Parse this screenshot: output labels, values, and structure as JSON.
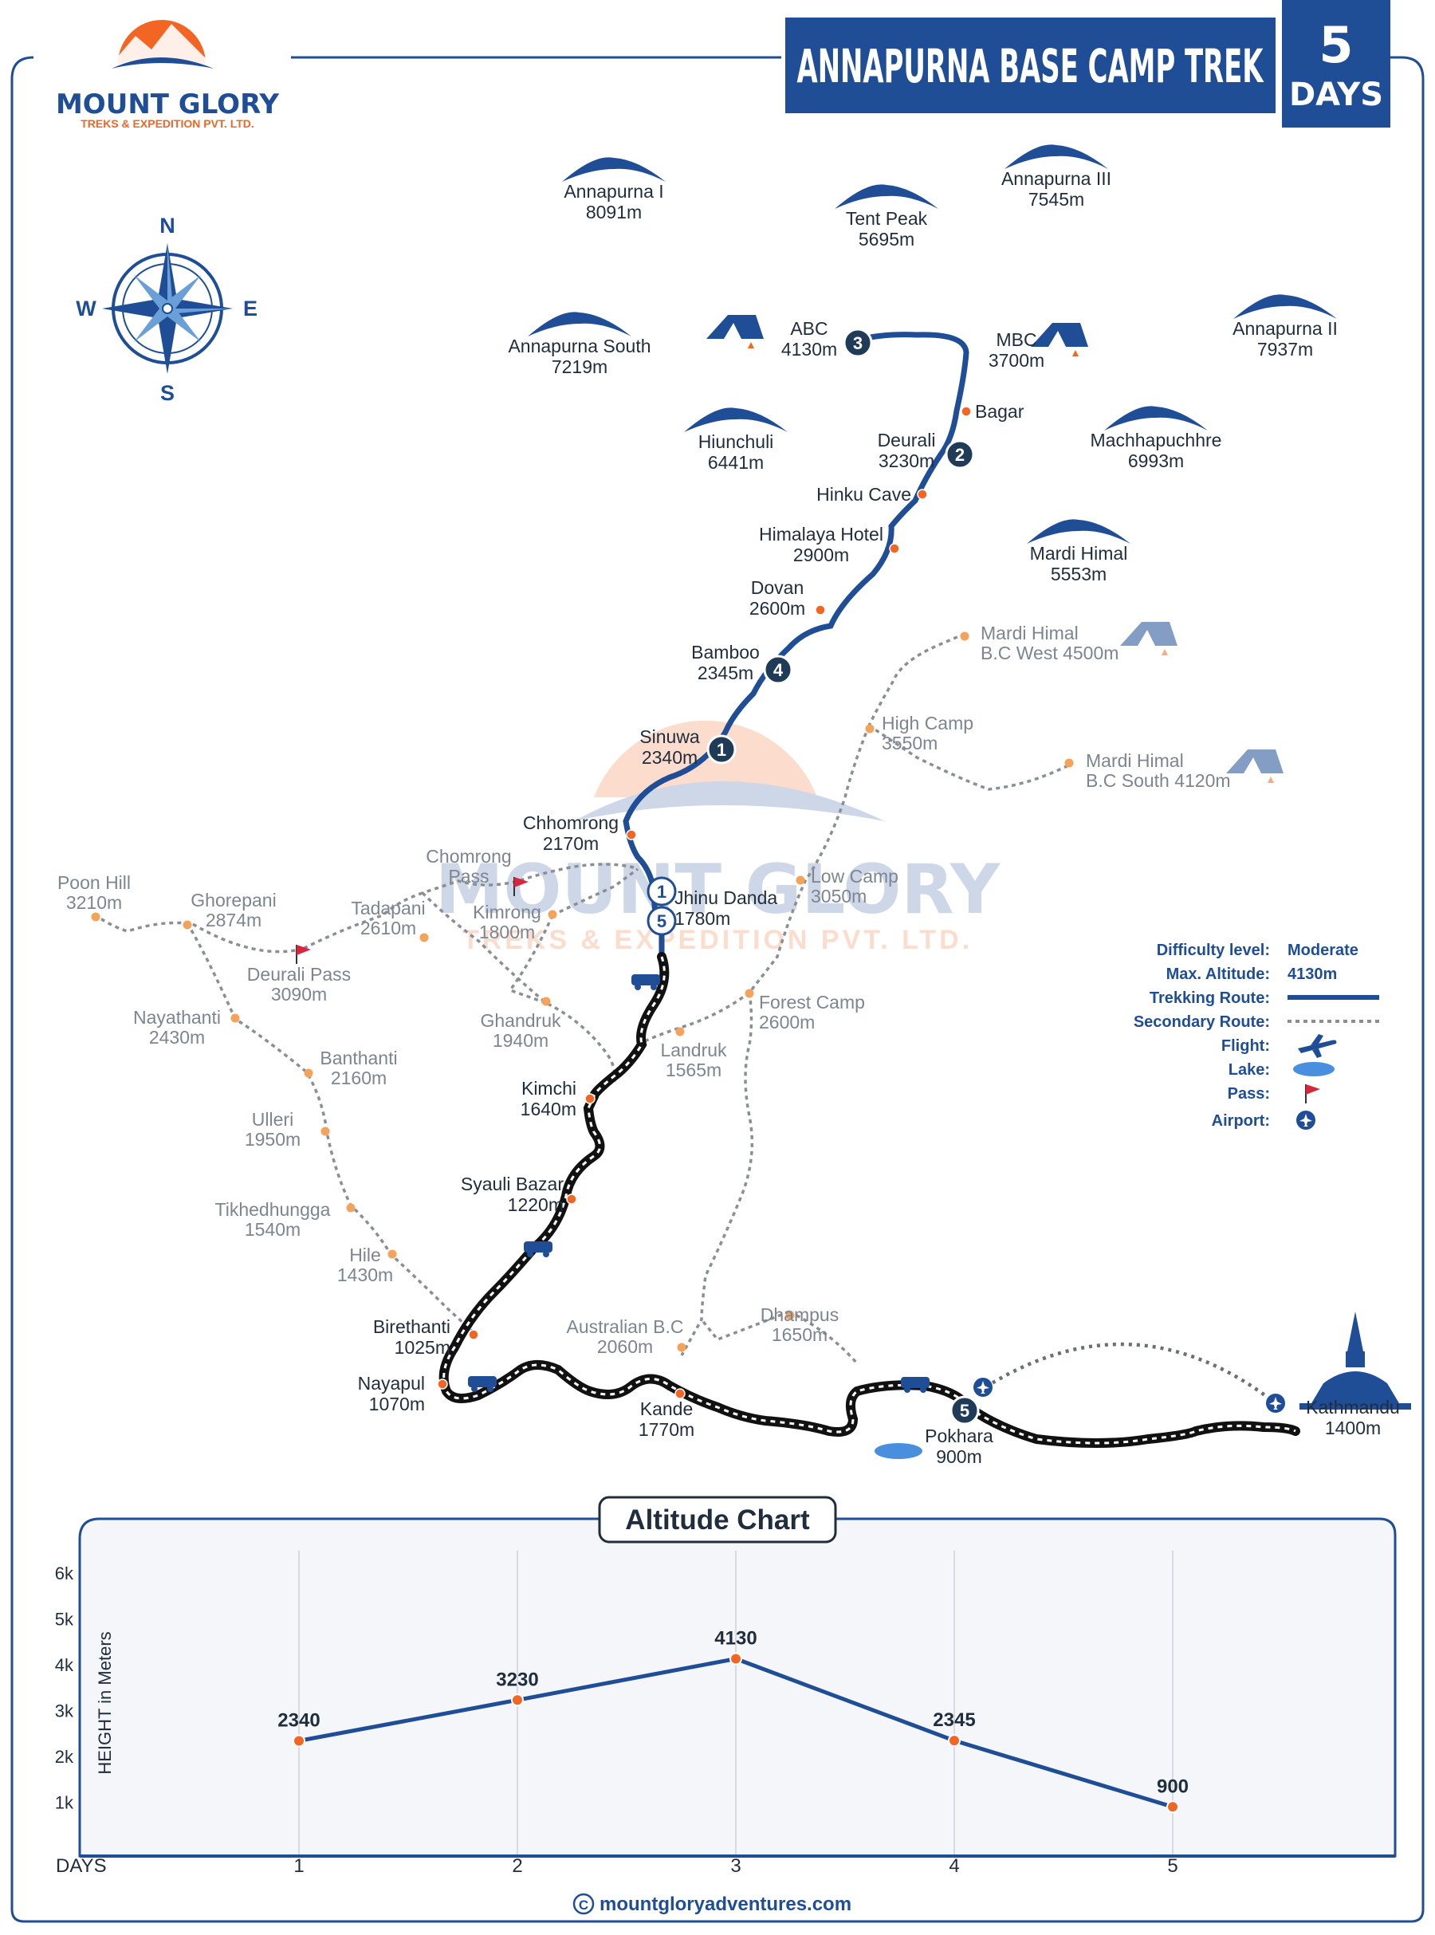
{
  "brand": {
    "name": "MOUNT GLORY",
    "tagline": "TREKS & EXPEDITION PVT. LTD.",
    "watermark_name": "MOUNT GLORY",
    "watermark_tagline": "TREKS & EXPEDITION PVT. LTD."
  },
  "header": {
    "title": "ANNAPURNA BASE CAMP TREK",
    "days_number": "5",
    "days_label": "DAYS"
  },
  "compass": {
    "n": "N",
    "s": "S",
    "e": "E",
    "w": "W"
  },
  "peaks": [
    {
      "name": "Annapurna I",
      "alt": "8091m"
    },
    {
      "name": "Tent Peak",
      "alt": "5695m"
    },
    {
      "name": "Annapurna III",
      "alt": "7545m"
    },
    {
      "name": "Annapurna II",
      "alt": "7937m"
    },
    {
      "name": "Annapurna South",
      "alt": "7219m"
    },
    {
      "name": "Hiunchuli",
      "alt": "6441m"
    },
    {
      "name": "Machhapuchhre",
      "alt": "6993m"
    },
    {
      "name": "Mardi Himal",
      "alt": "5553m"
    }
  ],
  "places": [
    {
      "name": "ABC",
      "alt": "4130m"
    },
    {
      "name": "MBC",
      "alt": "3700m"
    },
    {
      "name": "Bagar",
      "alt": ""
    },
    {
      "name": "Deurali",
      "alt": "3230m"
    },
    {
      "name": "Hinku Cave",
      "alt": ""
    },
    {
      "name": "Himalaya Hotel",
      "alt": "2900m"
    },
    {
      "name": "Dovan",
      "alt": "2600m"
    },
    {
      "name": "Bamboo",
      "alt": "2345m"
    },
    {
      "name": "Sinuwa",
      "alt": "2340m"
    },
    {
      "name": "Chhomrong",
      "alt": "2170m"
    },
    {
      "name": "Jhinu Danda",
      "alt": "1780m"
    },
    {
      "name": "Kimchi",
      "alt": "1640m"
    },
    {
      "name": "Syauli Bazar",
      "alt": "1220m"
    },
    {
      "name": "Birethanti",
      "alt": "1025m"
    },
    {
      "name": "Nayapul",
      "alt": "1070m"
    },
    {
      "name": "Kande",
      "alt": "1770m"
    },
    {
      "name": "Pokhara",
      "alt": "900m"
    },
    {
      "name": "Kathmandu",
      "alt": "1400m"
    }
  ],
  "secondary_places": [
    {
      "name": "Mardi Himal",
      "alt": "B.C West 4500m"
    },
    {
      "name": "High Camp",
      "alt": "3550m"
    },
    {
      "name": "Mardi Himal",
      "alt": "B.C South 4120m"
    },
    {
      "name": "Low Camp",
      "alt": "3050m"
    },
    {
      "name": "Forest Camp",
      "alt": "2600m"
    },
    {
      "name": "Landruk",
      "alt": "1565m"
    },
    {
      "name": "Ghandruk",
      "alt": "1940m"
    },
    {
      "name": "Chomrong",
      "alt": "Pass"
    },
    {
      "name": "Kimrong",
      "alt": "1800m"
    },
    {
      "name": "Tadapani",
      "alt": "2610m"
    },
    {
      "name": "Poon Hill",
      "alt": "3210m"
    },
    {
      "name": "Ghorepani",
      "alt": "2874m"
    },
    {
      "name": "Deurali Pass",
      "alt": "3090m"
    },
    {
      "name": "Nayathanti",
      "alt": "2430m"
    },
    {
      "name": "Banthanti",
      "alt": "2160m"
    },
    {
      "name": "Ulleri",
      "alt": "1950m"
    },
    {
      "name": "Tikhedhungga",
      "alt": "1540m"
    },
    {
      "name": "Hile",
      "alt": "1430m"
    },
    {
      "name": "Australian B.C",
      "alt": "2060m"
    },
    {
      "name": "Dhampus",
      "alt": "1650m"
    }
  ],
  "day_markers": [
    "1",
    "4",
    "2",
    "3",
    "5",
    "1",
    "5"
  ],
  "legend": {
    "difficulty_label": "Difficulty level:",
    "difficulty_value": "Moderate",
    "altitude_label": "Max. Altitude:",
    "altitude_value": "4130m",
    "trekking_label": "Trekking Route:",
    "secondary_label": "Secondary Route:",
    "flight_label": "Flight:",
    "lake_label": "Lake:",
    "pass_label": "Pass:",
    "airport_label": "Airport:"
  },
  "colors": {
    "navy": "#1f4e96",
    "orange": "#f26522",
    "dark": "#1f2d3d",
    "grey": "#8a8f96"
  },
  "chart_data": {
    "type": "line",
    "title": "Altitude Chart",
    "xlabel": "DAYS",
    "ylabel": "HEIGHT in Meters",
    "x": [
      1,
      2,
      3,
      4,
      5
    ],
    "values": [
      2340,
      3230,
      4130,
      2345,
      900
    ],
    "value_labels": [
      "2340",
      "3230",
      "4130",
      "2345",
      "900"
    ],
    "ytick_labels": [
      "6k",
      "5k",
      "4k",
      "3k",
      "2k",
      "1k"
    ],
    "ylim": [
      0,
      6500
    ],
    "grid": "vertical"
  },
  "footer": {
    "copyright_symbol": "C",
    "url": "mountgloryadventures.com"
  }
}
